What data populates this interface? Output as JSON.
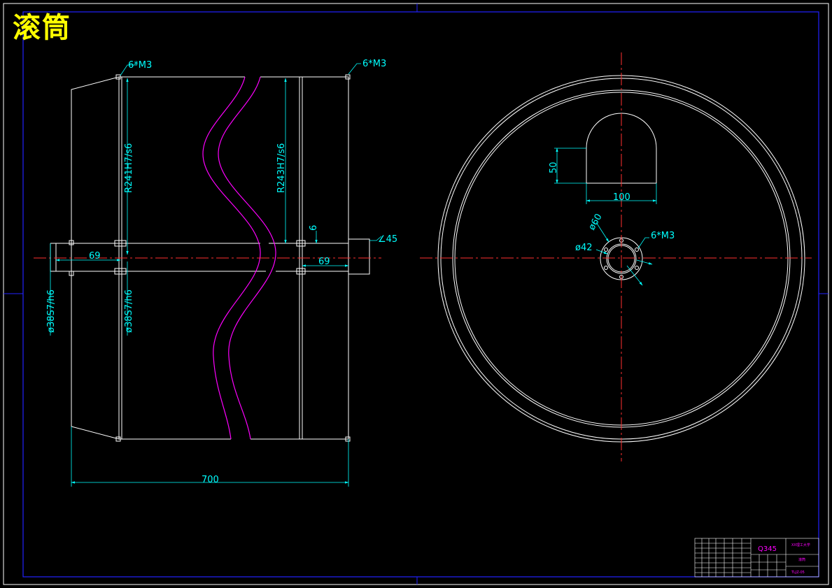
{
  "title": "滚筒",
  "dimensions": {
    "holes_left": "6*M3",
    "holes_right": "6*M3",
    "inner_radius_left": "R241H7/s6",
    "inner_radius_right": "R243H7/s6",
    "shaft_fit_left": "ø38S7/h6",
    "shaft_fit_mid": "ø38S7/h6",
    "shaft_len_left": "69",
    "shaft_len_right": "69",
    "gap": "6",
    "chamfer": "∠45",
    "total_length": "700",
    "slot_height": "50",
    "slot_width": "100",
    "flange_outer": "ø60",
    "flange_inner": "ø42",
    "flange_holes": "6*M3"
  },
  "title_block": {
    "material": "Q345",
    "school": "XX理工大学",
    "part_name": "滚筒",
    "drawing_no": "TLJZ-05"
  },
  "colors": {
    "outline": "#ffffff",
    "dimension": "#00ffff",
    "break_line": "#ff00ff",
    "center_line": "#ff0000",
    "frame": "#0000ff",
    "title": "#ffff00"
  }
}
